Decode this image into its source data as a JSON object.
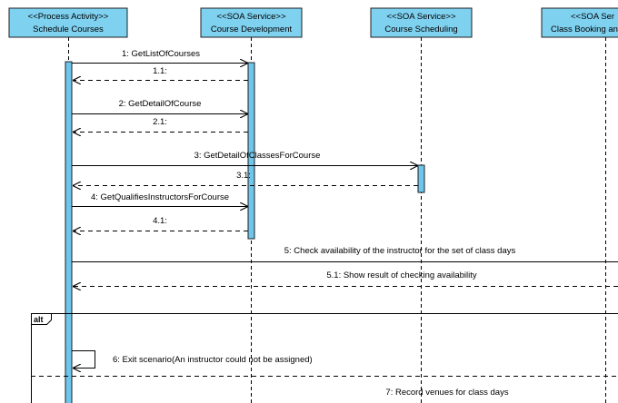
{
  "participants": [
    {
      "stereotype": "<<Process Activity>>",
      "name": "Schedule Courses"
    },
    {
      "stereotype": "<<SOA Service>>",
      "name": "Course Development"
    },
    {
      "stereotype": "<<SOA Service>>",
      "name": "Course Scheduling"
    },
    {
      "stereotype": "<<SOA Ser",
      "name": "Class Booking an"
    }
  ],
  "messages": [
    {
      "label": "1: GetListOfCourses",
      "kind": "call"
    },
    {
      "label": "1.1:",
      "kind": "return"
    },
    {
      "label": "2: GetDetailOfCourse",
      "kind": "call"
    },
    {
      "label": "2.1:",
      "kind": "return"
    },
    {
      "label": "3: GetDetailOfClassesForCourse",
      "kind": "call"
    },
    {
      "label": "3.1:",
      "kind": "return"
    },
    {
      "label": "4: GetQualifiesInstructorsForCourse",
      "kind": "call"
    },
    {
      "label": "4.1:",
      "kind": "return"
    },
    {
      "label": "5: Check availability of the instructor for the set of class days",
      "kind": "call"
    },
    {
      "label": "5.1: Show result of checking availability",
      "kind": "return"
    },
    {
      "label": "6: Exit scenario(An instructor could not be assigned)",
      "kind": "self"
    },
    {
      "label": "7: Record venues for class days",
      "kind": "call"
    }
  ],
  "fragment": {
    "operator": "alt"
  },
  "colors": {
    "participant_fill": "#7fd1f0",
    "activation_fill": "#6ec6ec",
    "border": "#1f1f1f",
    "line": "#000000"
  }
}
